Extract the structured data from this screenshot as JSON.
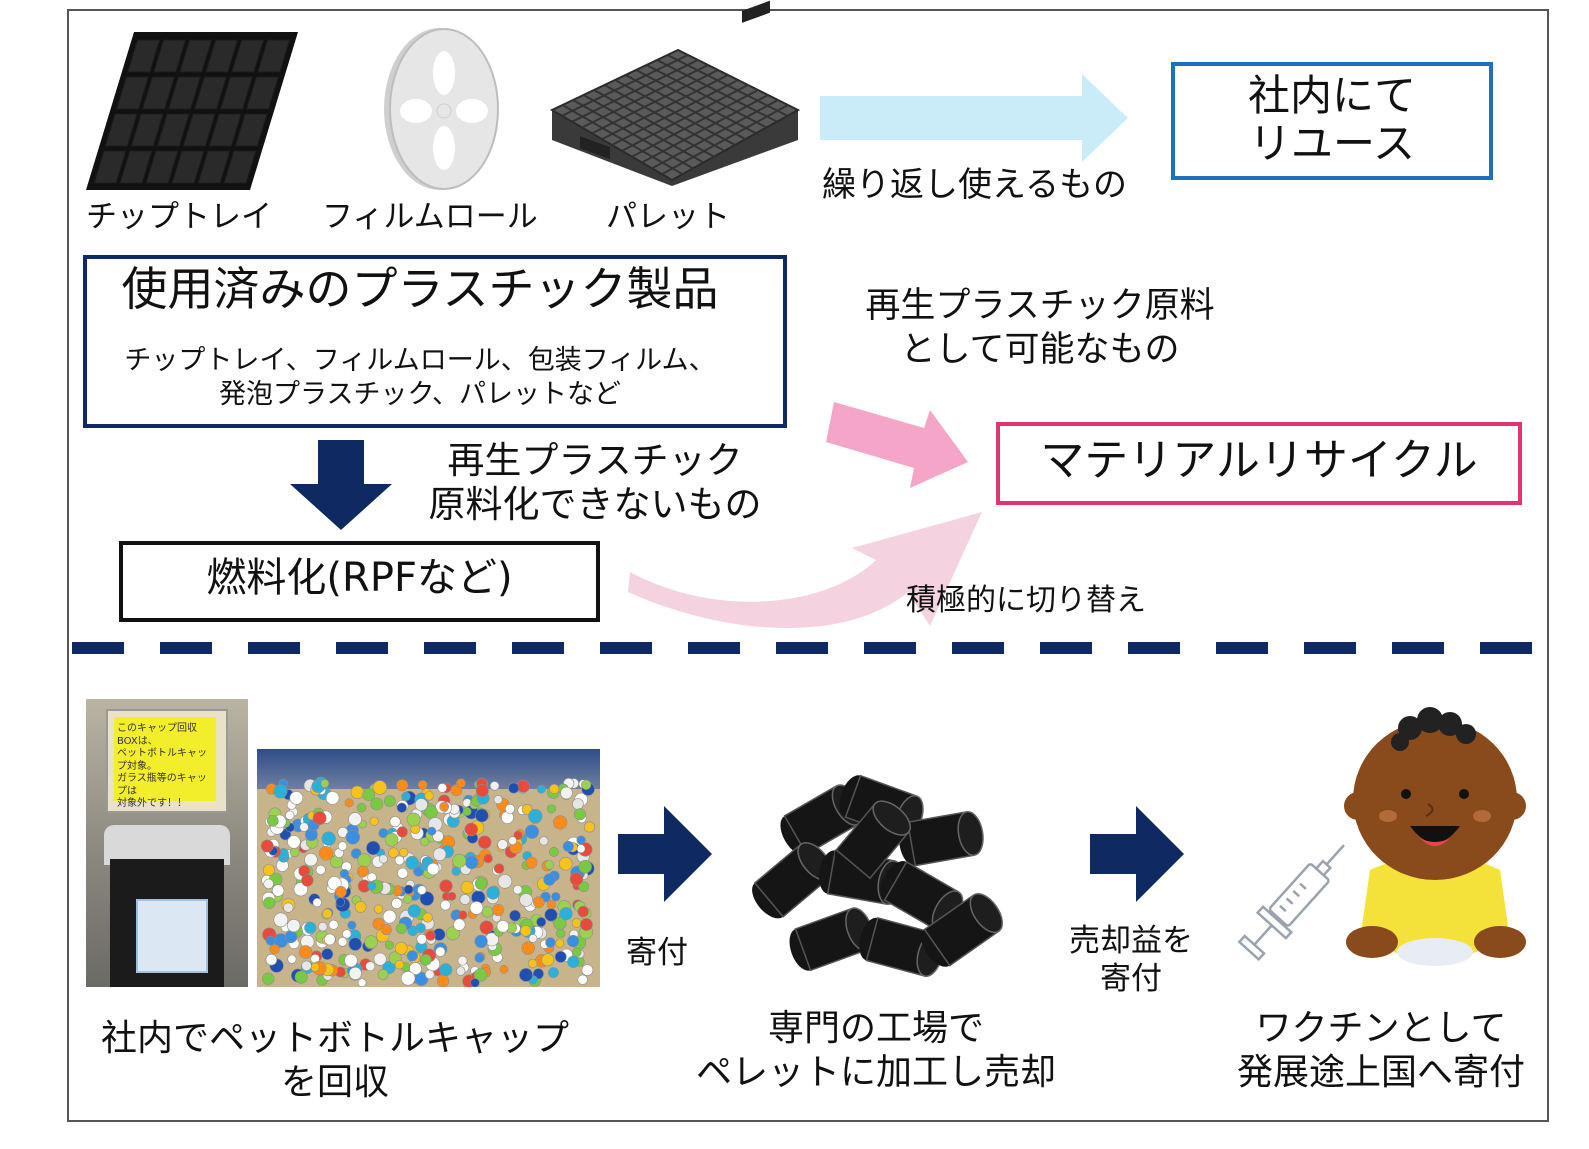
{
  "top_section": {
    "item_labels": [
      "チップトレイ",
      "フィルムロール",
      "パレット"
    ],
    "reuse": {
      "condition": "繰り返し使えるもの",
      "label_line1": "社内にて",
      "label_line2": "リユース"
    },
    "used_products": {
      "title": "使用済みのプラスチック製品",
      "detail_line1": "チップトレイ、フィルムロール、包装フィルム、",
      "detail_line2": "発泡プラスチック、パレットなど"
    },
    "recycle": {
      "condition_line1": "再生プラスチック原料",
      "condition_line2": "として可能なもの",
      "label": "マテリアルリサイクル"
    },
    "fuel": {
      "condition_line1": "再生プラスチック",
      "condition_line2": "原料化できないもの",
      "label": "燃料化(RPFなど)"
    },
    "switch_label": "積極的に切り替え"
  },
  "bottom_section": {
    "step1_line1": "社内でペットボトルキャップ",
    "step1_line2": "を回収",
    "arrow1_label": "寄付",
    "step2_line1": "専門の工場で",
    "step2_line2": "ペレットに加工し売却",
    "arrow2_line1": "売却益を",
    "arrow2_line2": "寄付",
    "step3_line1": "ワクチンとして",
    "step3_line2": "発展途上国へ寄付",
    "collection_sign_lines": [
      "このキャップ回収BOXは、",
      "ペットボトルキャップ対象。",
      "ガラス瓶等のキャップは",
      "対象外です！！"
    ]
  },
  "colors": {
    "navy": "#0f2a63",
    "reuse_blue": "#1f6fbf",
    "reuse_arrow": "#c9ecf8",
    "recycle_pink": "#e0336f",
    "pink_arrow": "#f5a6c8",
    "pale_pink_arrow": "#f5d2e0"
  }
}
